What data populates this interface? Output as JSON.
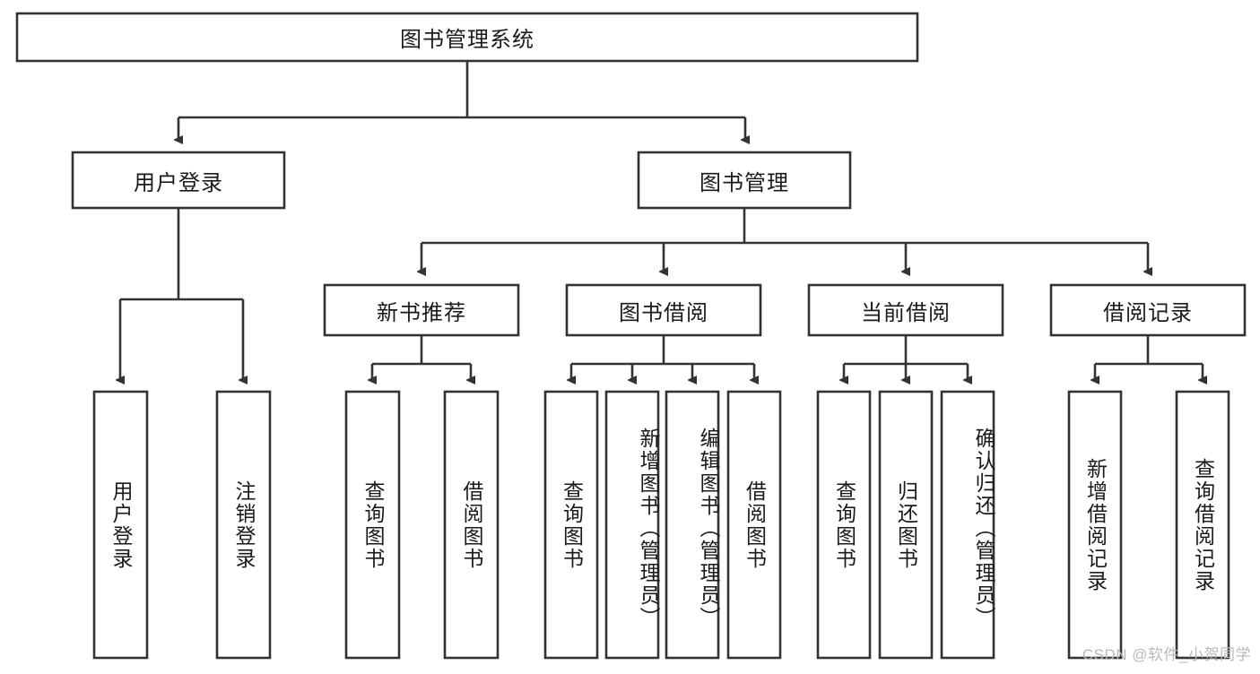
{
  "diagram": {
    "type": "tree-hierarchy-flowchart",
    "root": {
      "id": "root",
      "label": "图书管理系统"
    },
    "level2": [
      {
        "id": "user-login",
        "label": "用户登录"
      },
      {
        "id": "book-management",
        "label": "图书管理"
      }
    ],
    "level3": [
      {
        "id": "new-book-recommend",
        "label": "新书推荐",
        "parent": "book-management"
      },
      {
        "id": "book-borrow",
        "label": "图书借阅",
        "parent": "book-management"
      },
      {
        "id": "current-borrow",
        "label": "当前借阅",
        "parent": "book-management"
      },
      {
        "id": "borrow-record",
        "label": "借阅记录",
        "parent": "book-management"
      }
    ],
    "leaves": {
      "user-login": [
        {
          "id": "leaf-user-login",
          "label": "用户登录"
        },
        {
          "id": "leaf-logout-login",
          "label": "注销登录"
        }
      ],
      "new-book-recommend": [
        {
          "id": "leaf-query-book-1",
          "label": "查询图书"
        },
        {
          "id": "leaf-borrow-book-1",
          "label": "借阅图书"
        }
      ],
      "book-borrow": [
        {
          "id": "leaf-query-book-2",
          "label": "查询图书"
        },
        {
          "id": "leaf-add-book",
          "label": "新增图书（管理员）"
        },
        {
          "id": "leaf-edit-book",
          "label": "编辑图书（管理员）"
        },
        {
          "id": "leaf-borrow-book-2",
          "label": "借阅图书"
        }
      ],
      "current-borrow": [
        {
          "id": "leaf-query-book-3",
          "label": "查询图书"
        },
        {
          "id": "leaf-return-book",
          "label": "归还图书"
        },
        {
          "id": "leaf-confirm-return",
          "label": "确认归还（管理员）"
        }
      ],
      "borrow-record": [
        {
          "id": "leaf-add-record",
          "label": "新增借阅记录"
        },
        {
          "id": "leaf-query-record",
          "label": "查询借阅记录"
        }
      ]
    }
  },
  "style": {
    "box_stroke": "#333333",
    "box_fill": "#ffffff",
    "text_color": "#1a1a1a",
    "background": "#ffffff",
    "watermark_color": "#b9b9b9"
  },
  "watermark": {
    "text": "CSDN @软件_小贺同学"
  }
}
